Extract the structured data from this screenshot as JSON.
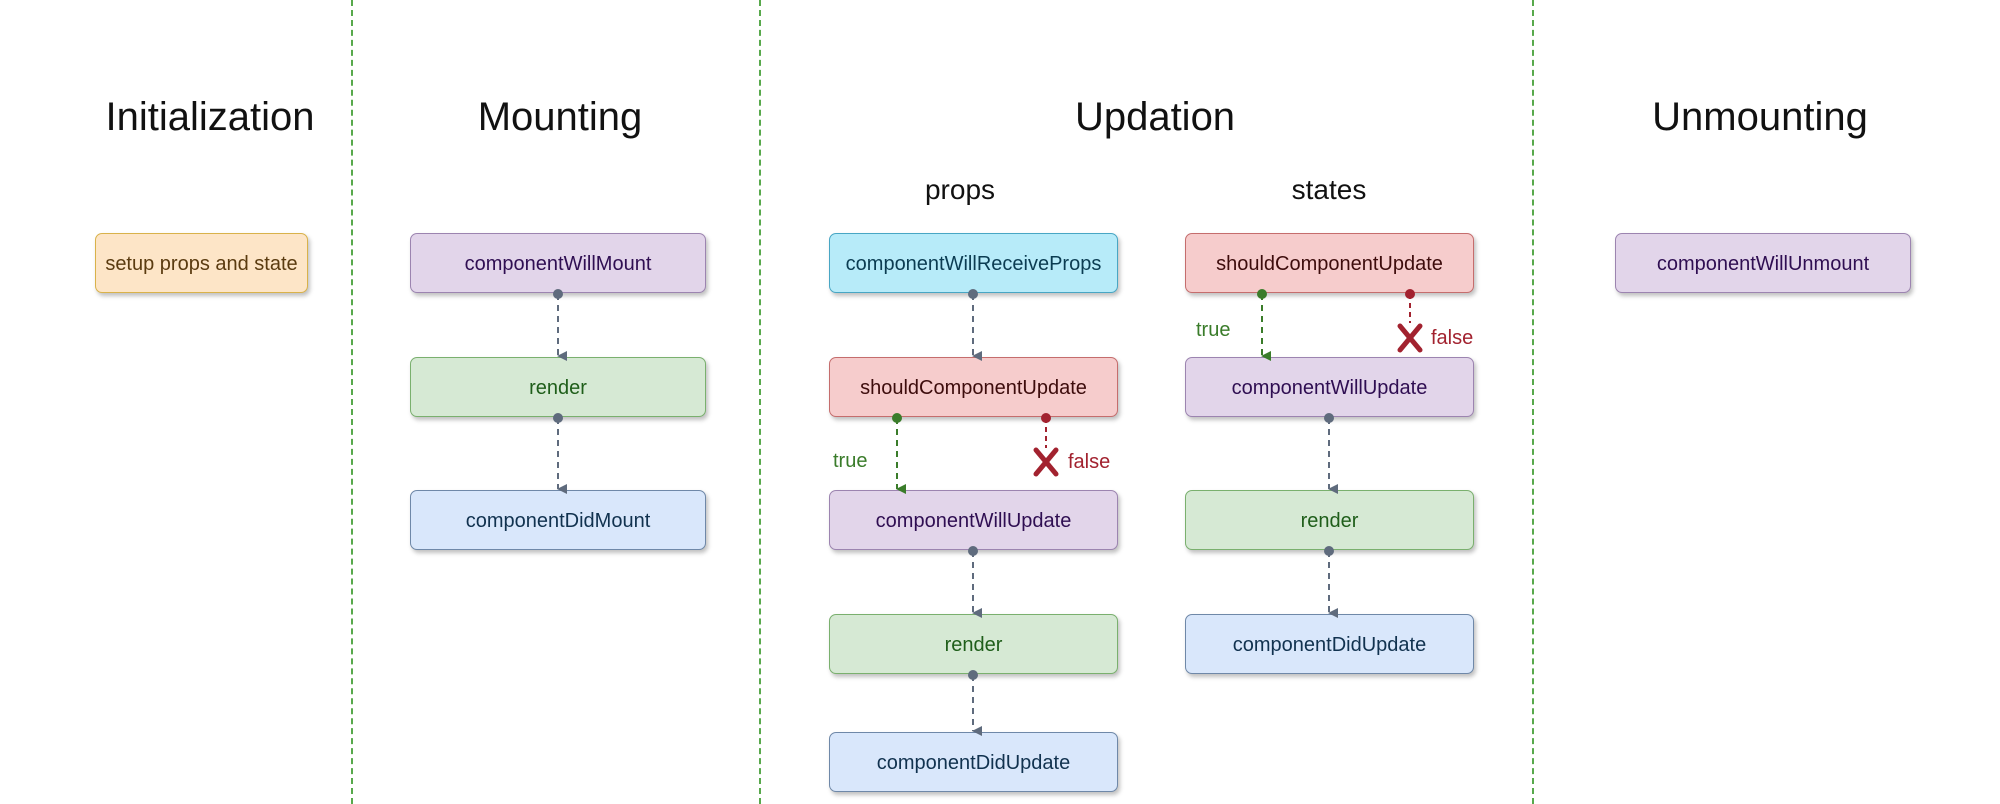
{
  "phases": {
    "initialization": "Initialization",
    "mounting": "Mounting",
    "updation": "Updation",
    "unmounting": "Unmounting"
  },
  "updation": {
    "props_title": "props",
    "states_title": "states"
  },
  "nodes": {
    "setup": "setup props and state",
    "mount_will": "componentWillMount",
    "mount_render": "render",
    "mount_did": "componentDidMount",
    "props_receive": "componentWillReceiveProps",
    "props_should": "shouldComponentUpdate",
    "props_will": "componentWillUpdate",
    "props_render": "render",
    "props_did": "componentDidUpdate",
    "states_should": "shouldComponentUpdate",
    "states_will": "componentWillUpdate",
    "states_render": "render",
    "states_did": "componentDidUpdate",
    "unmount_will": "componentWillUnmount"
  },
  "labels": {
    "true": "true",
    "false": "false"
  },
  "colors": {
    "divider": "#58a94c",
    "arrow": "#5f6b7d",
    "true": "#3a7c2a",
    "false": "#a2222f"
  }
}
